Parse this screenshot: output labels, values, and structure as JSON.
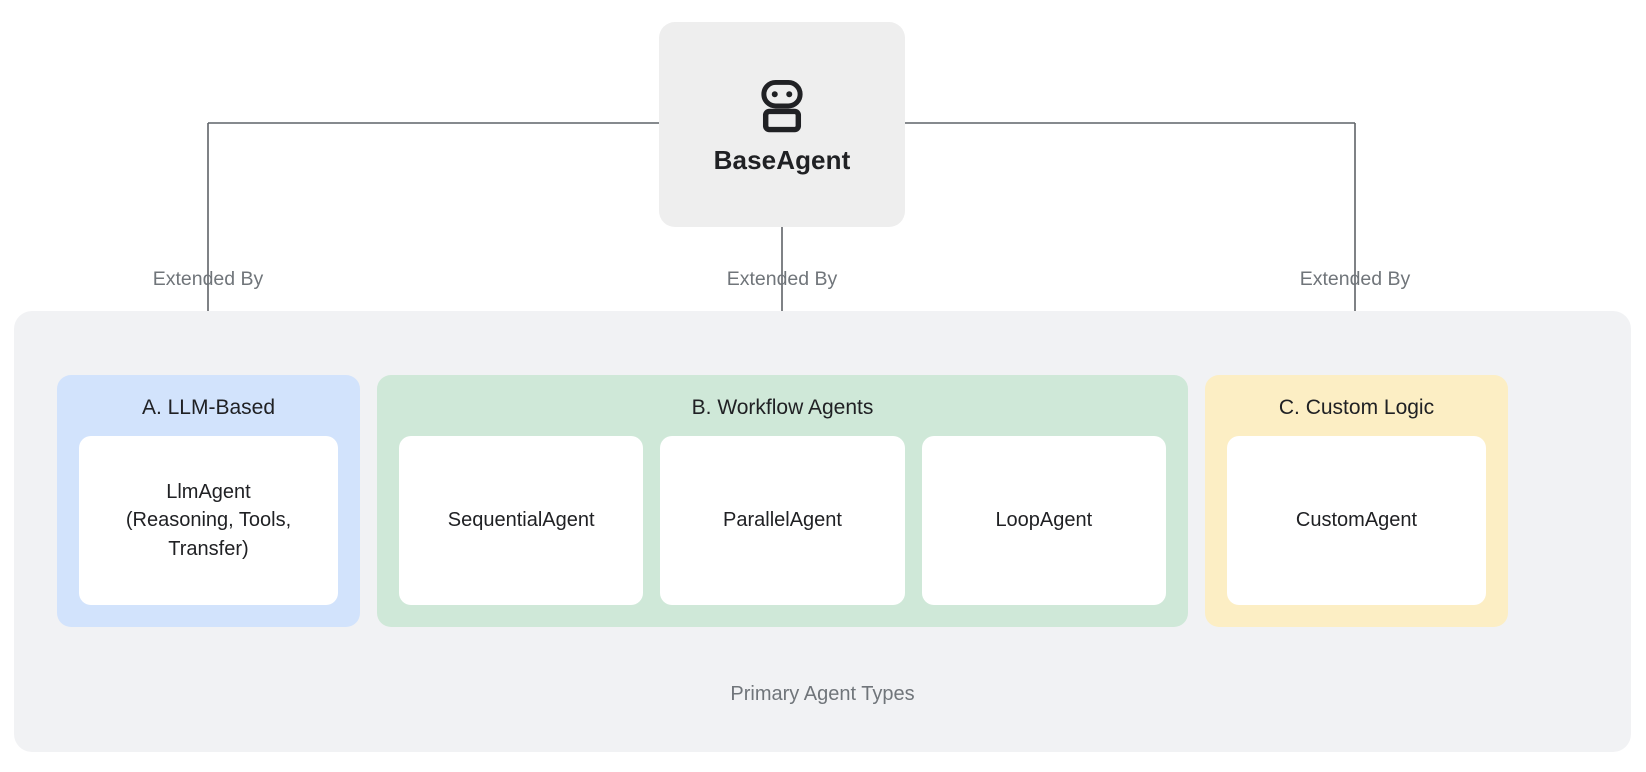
{
  "diagram": {
    "root": {
      "label": "BaseAgent",
      "icon": "robot-icon",
      "background": "#eeeeee"
    },
    "edges": [
      {
        "label": "Extended By",
        "target": "A. LLM-Based"
      },
      {
        "label": "Extended By",
        "target": "B. Workflow Agents"
      },
      {
        "label": "Extended By",
        "target": "C. Custom Logic"
      }
    ],
    "panel": {
      "caption": "Primary Agent Types",
      "background": "#f1f2f4"
    },
    "groups": [
      {
        "id": "llm",
        "title": "A. LLM-Based",
        "color": "#d2e3fc",
        "cards": [
          {
            "label": "LlmAgent\n(Reasoning, Tools,\nTransfer)"
          }
        ]
      },
      {
        "id": "workflow",
        "title": "B. Workflow Agents",
        "color": "#cfe8d8",
        "cards": [
          {
            "label": "SequentialAgent"
          },
          {
            "label": "ParallelAgent"
          },
          {
            "label": "LoopAgent"
          }
        ]
      },
      {
        "id": "custom",
        "title": "C. Custom Logic",
        "color": "#fceec4",
        "cards": [
          {
            "label": "CustomAgent"
          }
        ]
      }
    ],
    "connector_color": "#5f6368"
  }
}
